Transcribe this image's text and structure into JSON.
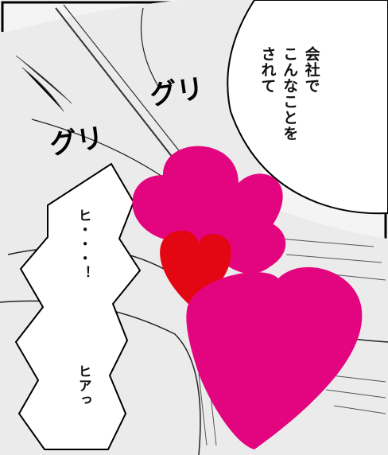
{
  "speech": {
    "line1": "会社で",
    "line2": "こんなことを",
    "line3": "されて"
  },
  "dialog": {
    "gasp1": "ヒ・・・！",
    "gasp2": "ヒアっ"
  },
  "sfx": {
    "sound1": "グリ",
    "sound2": "グリ"
  },
  "colors": {
    "censor_pink": "#e3057f",
    "censor_red": "#e30613",
    "ink": "#111111"
  }
}
